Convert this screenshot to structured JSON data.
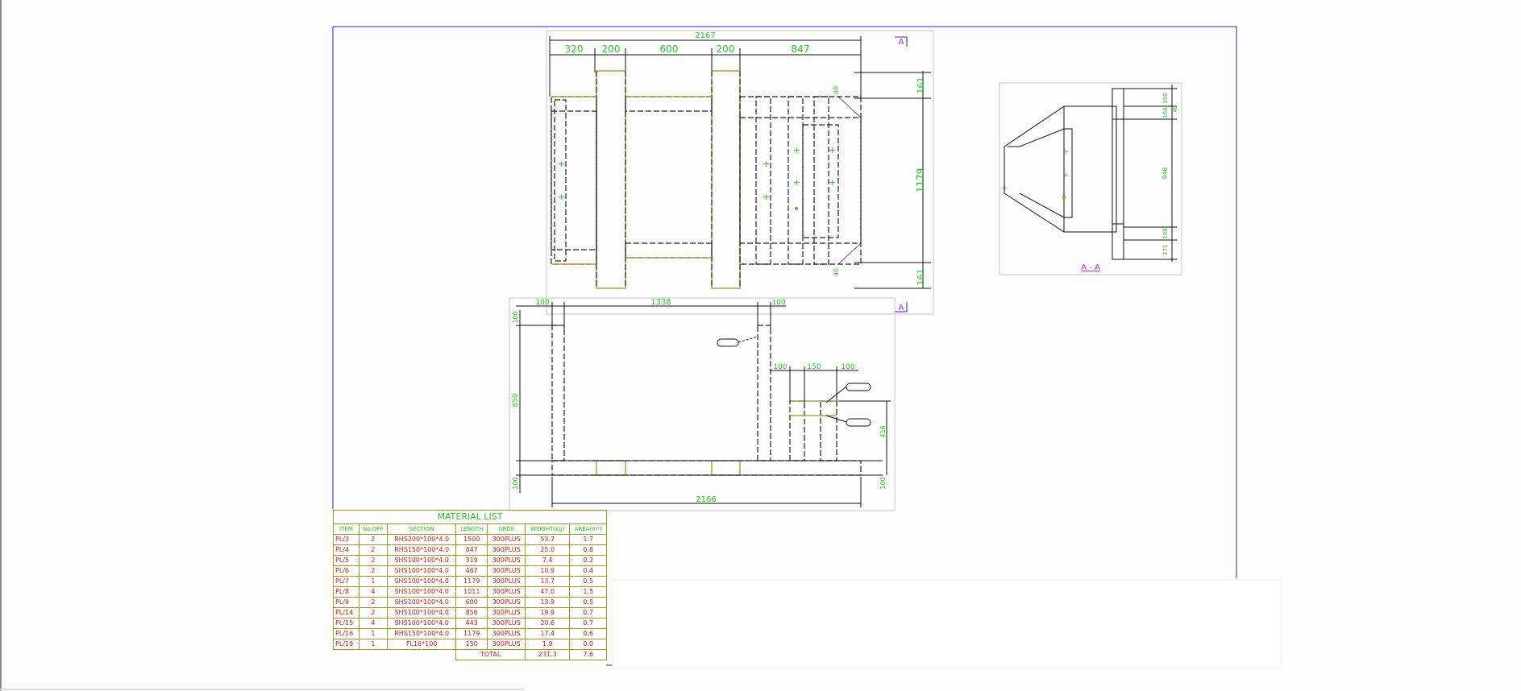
{
  "colors": {
    "dimension": "#22cc22",
    "table_text": "#d42020",
    "frame": "#2222dd",
    "member_outline": "#9a9a20",
    "section_label": "#cc22cc"
  },
  "top_view": {
    "overall": "2167",
    "segments": [
      "320",
      "200",
      "600",
      "200",
      "847"
    ],
    "right_dims": [
      "161",
      "1179",
      "161"
    ],
    "small_dims": [
      "40",
      "40"
    ],
    "section_mark": "A"
  },
  "front_view": {
    "top_dims": [
      "100",
      "1338",
      "100"
    ],
    "bottom_dim": "2166",
    "left_dims": [
      "100",
      "850",
      "100"
    ],
    "right_dims": [
      "416",
      "100"
    ],
    "sub_dims": [
      "100",
      "150",
      "100"
    ]
  },
  "section_view": {
    "label": "A - A",
    "dims": [
      "40",
      "100",
      "160",
      "946",
      "100",
      "171"
    ]
  },
  "material_list": {
    "title": "MATERIAL LIST",
    "headers": [
      "ITEM",
      "No.OFF",
      "SECTION",
      "LENGTH",
      "GRDE",
      "WEIGHT(kg)",
      "AREA(m²)"
    ],
    "rows": [
      [
        "PL/3",
        "2",
        "RHS200*100*4.0",
        "1500",
        "300PLUS",
        "53.7",
        "1.7"
      ],
      [
        "PL/4",
        "2",
        "RHS150*100*4.0",
        "847",
        "300PLUS",
        "25.0",
        "0.8"
      ],
      [
        "PL/5",
        "2",
        "SHS100*100*4.0",
        "319",
        "300PLUS",
        "7.4",
        "0.2"
      ],
      [
        "PL/6",
        "2",
        "SHS100*100*4.0",
        "467",
        "300PLUS",
        "10.9",
        "0.4"
      ],
      [
        "PL/7",
        "1",
        "SHS100*100*4.0",
        "1179",
        "300PLUS",
        "13.7",
        "0.5"
      ],
      [
        "PL/8",
        "4",
        "SHS100*100*4.0",
        "1011",
        "300PLUS",
        "47.0",
        "1.5"
      ],
      [
        "PL/9",
        "2",
        "SHS100*100*4.0",
        "600",
        "300PLUS",
        "13.9",
        "0.5"
      ],
      [
        "PL/14",
        "2",
        "SHS100*100*4.0",
        "856",
        "300PLUS",
        "19.9",
        "0.7"
      ],
      [
        "PL/15",
        "4",
        "SHS100*100*4.0",
        "443",
        "300PLUS",
        "20.6",
        "0.7"
      ],
      [
        "PL/16",
        "1",
        "RHS150*100*4.0",
        "1179",
        "300PLUS",
        "17.4",
        "0.6"
      ],
      [
        "PL/19",
        "1",
        "FL16*100",
        "150",
        "300PLUS",
        "1.9",
        "0.0"
      ]
    ],
    "total_label": "TOTAL",
    "total_weight": "231.3",
    "total_area": "7.6"
  }
}
